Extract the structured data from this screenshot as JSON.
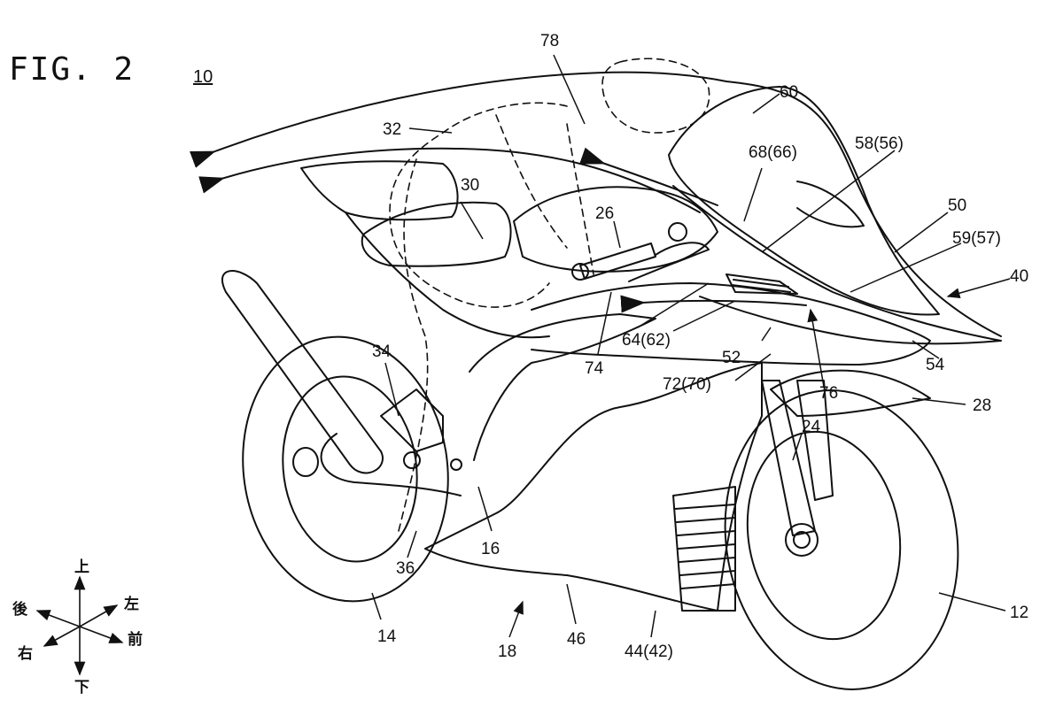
{
  "figure": {
    "title": "FIG. 2",
    "main_ref": "10"
  },
  "labels": {
    "l78": "78",
    "l60": "60",
    "l32": "32",
    "l68": "68(66)",
    "l58": "58(56)",
    "l30": "30",
    "l26": "26",
    "l50": "50",
    "l59": "59(57)",
    "l40": "40",
    "l34": "34",
    "l64": "64(62)",
    "l74": "74",
    "l52": "52",
    "l54": "54",
    "l72": "72(70)",
    "l76": "76",
    "l28": "28",
    "l24": "24",
    "l16": "16",
    "l36": "36",
    "l12": "12",
    "l14": "14",
    "l18": "18",
    "l46": "46",
    "l44": "44(42)"
  },
  "compass": {
    "up": "上",
    "down": "下",
    "rear": "後",
    "front": "前",
    "left": "左",
    "right": "右"
  }
}
